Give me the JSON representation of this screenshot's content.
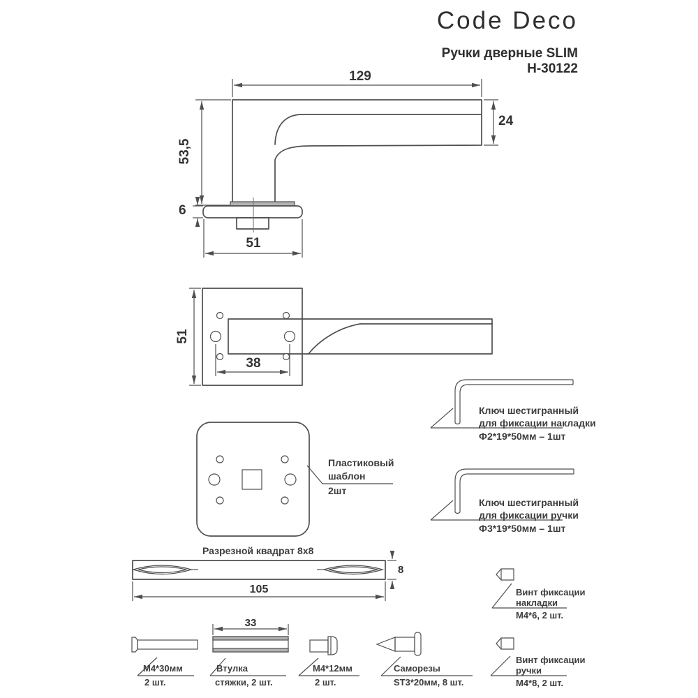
{
  "header": {
    "brand": "Code Deco",
    "product_line": "Ручки дверные SLIM",
    "model": "H-30122"
  },
  "side_view": {
    "dim_length": "129",
    "dim_lever_height": "24",
    "dim_total_height": "53,5",
    "dim_rosette_thickness": "6",
    "dim_rosette_width": "51"
  },
  "top_view": {
    "dim_plate": "51",
    "dim_hole_spacing": "38"
  },
  "template": {
    "line1": "Пластиковый",
    "line2": "шаблон",
    "line3": "2шт"
  },
  "hex_key_plate": {
    "line1": "Ключ шестигранный",
    "line2": "для фиксации накладки",
    "line3": "Ф2*19*50мм – 1шт"
  },
  "hex_key_handle": {
    "line1": "Ключ шестигранный",
    "line2": "для фиксации ручки",
    "line3": "Ф3*19*50мм – 1шт"
  },
  "spindle": {
    "title": "Разрезной квадрат 8х8",
    "dim_length": "105",
    "dim_size": "8"
  },
  "hardware": {
    "screw_m4_30": {
      "name": "М4*30мм",
      "qty": "2 шт."
    },
    "bushing": {
      "dim": "33",
      "name": "Втулка",
      "qty": "стяжки, 2 шт."
    },
    "screw_m4_12": {
      "name": "М4*12мм",
      "qty": "2 шт."
    },
    "self_tapping": {
      "name": "Саморезы",
      "qty": "ST3*20мм, 8 шт."
    },
    "set_screw_plate": {
      "name1": "Винт фиксации",
      "name2": "накладки",
      "qty": "М4*6, 2 шт."
    },
    "set_screw_handle": {
      "name1": "Винт фиксации",
      "name2": "ручки",
      "qty": "М4*8, 2 шт."
    }
  }
}
